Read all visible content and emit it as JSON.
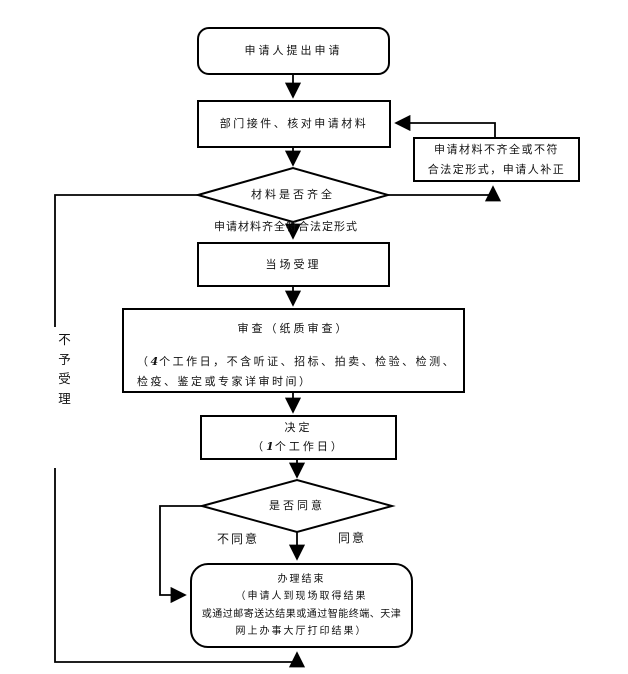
{
  "page": {
    "background": "#ffffff",
    "line_color": "#000000"
  },
  "flowchart": {
    "start": {
      "label": "申请人提出申请"
    },
    "receive": {
      "label": "部门接件、核对申请材料"
    },
    "material_check": {
      "label": "材料是否齐全"
    },
    "complete_note": "申请材料齐全符合法定形式",
    "accept": {
      "label": "当场受理"
    },
    "review": {
      "title": "审查（纸质审查）",
      "note_open": "（",
      "note_days": "4",
      "note_line1_rest": "个工作日，不含听证、招标、拍卖、检验、检测、",
      "note_line2": "检疫、鉴定或专家详审时间）"
    },
    "decide": {
      "title": "决定",
      "note_open": "（",
      "note_days": "1",
      "note_rest": "个工作日）"
    },
    "agree_check": {
      "label": "是否同意"
    },
    "correction": {
      "line1": "申请材料不齐全或不符",
      "line2": "合法定形式，申请人补正"
    },
    "result": {
      "line1": "办理结束",
      "line2": "（申请人到现场取得结果",
      "line3": "或通过邮寄送达结果或通过智能终端、天津",
      "line4": "网上办事大厅打印结果）"
    },
    "labels": {
      "disagree": "不同意",
      "agree": "同意",
      "reject": "不予受理"
    }
  }
}
